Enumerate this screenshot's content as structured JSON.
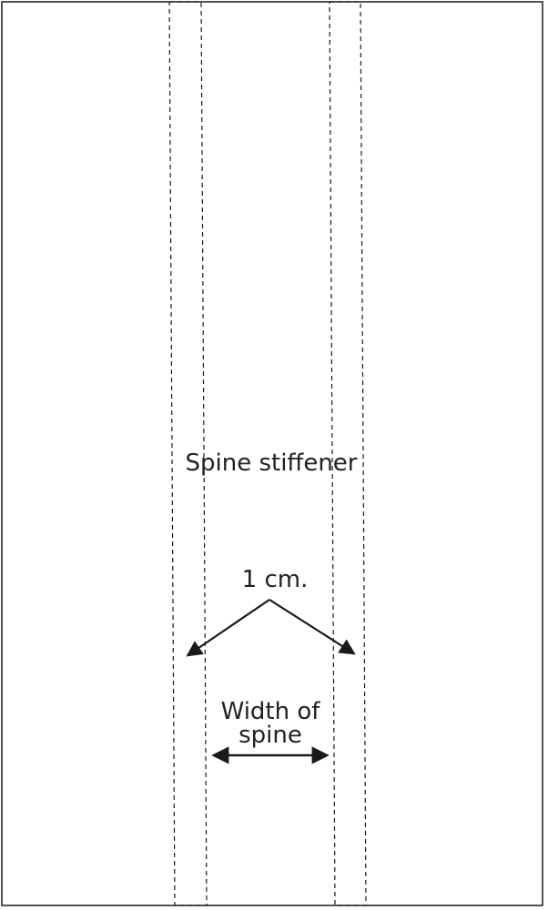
{
  "diagram": {
    "label_stiffener": "Spine stiffener",
    "label_one_cm": "1 cm.",
    "label_width_line1": "Width of",
    "label_width_line2": "spine",
    "colors": {
      "line": "#1a1a1a",
      "text": "#222222",
      "background": "#ffffff"
    }
  }
}
